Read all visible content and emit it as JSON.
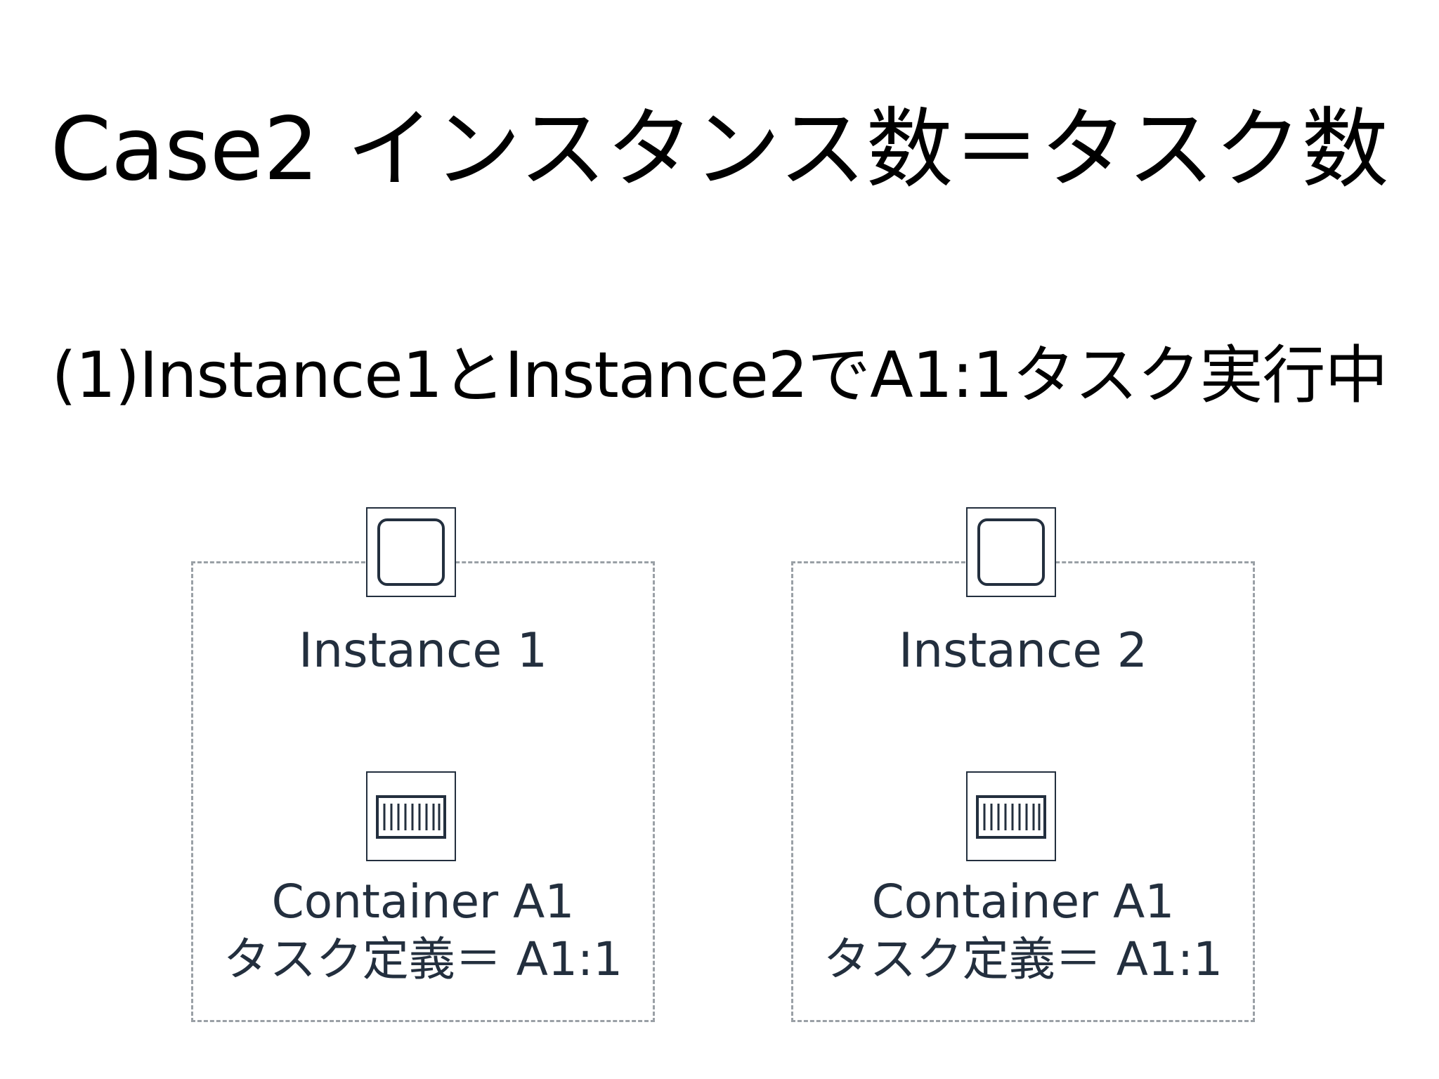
{
  "slide": {
    "title": "Case2 インスタンス数＝タスク数",
    "subtitle": "(1)Instance1とInstance2でA1:1タスク実行中"
  },
  "instances": [
    {
      "label": "Instance 1",
      "icon": "ec2-instance-icon",
      "container": {
        "label": "Container A1",
        "task_definition": "タスク定義＝ A1:1",
        "icon": "container-icon"
      }
    },
    {
      "label": "Instance 2",
      "icon": "ec2-instance-icon",
      "container": {
        "label": "Container A1",
        "task_definition": "タスク定義＝ A1:1",
        "icon": "container-icon"
      }
    }
  ],
  "colors": {
    "text": "#000000",
    "label": "#232f3e",
    "dashed_border": "#9aa0a6"
  }
}
